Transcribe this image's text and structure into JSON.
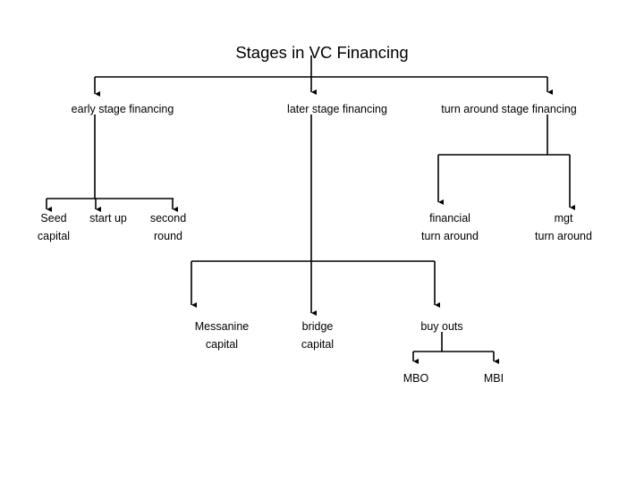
{
  "title": "Stages in VC Financing",
  "colors": {
    "background": "#ffffff",
    "line": "#000000",
    "text": "#000000"
  },
  "diagram": {
    "type": "tree",
    "orientation": "top-down",
    "root": "Stages in VC Financing",
    "levels": [
      {
        "level": 1,
        "nodes": [
          "early stage financing",
          "later stage financing",
          "turn around stage financing"
        ]
      },
      {
        "level": 2,
        "nodes": [
          "Seed capital",
          "start up",
          "second round",
          "Messanine capital",
          "bridge capital",
          "buy outs",
          "financial turn around",
          "mgt turn around"
        ]
      },
      {
        "level": 3,
        "nodes": [
          "MBO",
          "MBI"
        ]
      }
    ],
    "edges": [
      {
        "from": "Stages in VC Financing",
        "to": "early stage financing"
      },
      {
        "from": "Stages in VC Financing",
        "to": "later stage financing"
      },
      {
        "from": "Stages in VC Financing",
        "to": "turn around stage financing"
      },
      {
        "from": "early stage financing",
        "to": "Seed capital"
      },
      {
        "from": "early stage financing",
        "to": "start up"
      },
      {
        "from": "early stage financing",
        "to": "second round"
      },
      {
        "from": "later stage financing",
        "to": "Messanine capital"
      },
      {
        "from": "later stage financing",
        "to": "bridge capital"
      },
      {
        "from": "later stage financing",
        "to": "buy outs"
      },
      {
        "from": "turn around stage financing",
        "to": "financial turn around"
      },
      {
        "from": "turn around stage financing",
        "to": "mgt turn around"
      },
      {
        "from": "buy outs",
        "to": "MBO"
      },
      {
        "from": "buy outs",
        "to": "MBI"
      }
    ]
  },
  "labels": {
    "early_stage": "early stage financing",
    "later_stage": "later stage financing",
    "turn_around_stage": "turn around stage financing",
    "seed_capital_line1": "Seed",
    "seed_capital_line2": "capital",
    "start_up": "start up",
    "second_round_line1": "second",
    "second_round_line2": "round",
    "messanine_line1": "Messanine",
    "messanine_line2": "capital",
    "bridge_line1": "bridge",
    "bridge_line2": "capital",
    "buy_outs": "buy outs",
    "financial_ta_line1": "financial",
    "financial_ta_line2": "turn around",
    "mgt_ta_line1": "mgt",
    "mgt_ta_line2": "turn around",
    "mbo": "MBO",
    "mbi": "MBI"
  }
}
